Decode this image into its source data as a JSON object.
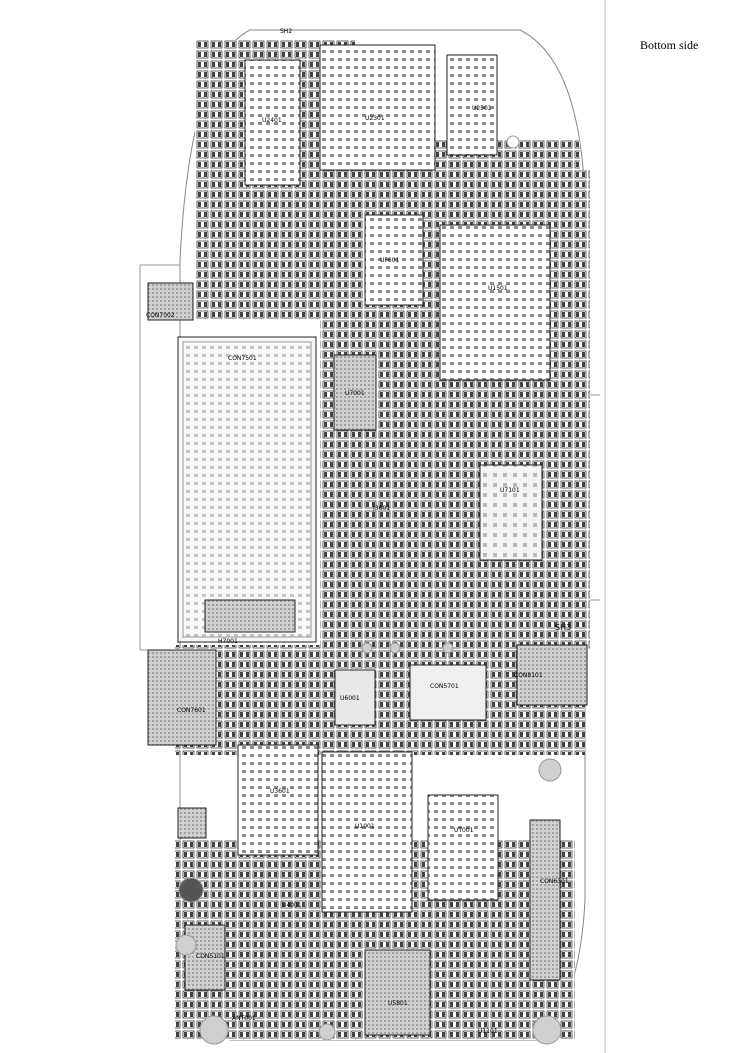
{
  "page": {
    "title": "Bottom side"
  },
  "components": [
    {
      "ref": "U2501"
    },
    {
      "ref": "U2401"
    },
    {
      "ref": "U2301"
    },
    {
      "ref": "UF601"
    },
    {
      "ref": "U1501"
    },
    {
      "ref": "U7001"
    },
    {
      "ref": "CON7501"
    },
    {
      "ref": "CON7002"
    },
    {
      "ref": "U7101"
    },
    {
      "ref": "CON7601"
    },
    {
      "ref": "CON8101"
    },
    {
      "ref": "CON5701"
    },
    {
      "ref": "J3601"
    },
    {
      "ref": "U3601"
    },
    {
      "ref": "U1001"
    },
    {
      "ref": "CON6301"
    },
    {
      "ref": "CON5101"
    },
    {
      "ref": "U5801"
    },
    {
      "ref": "SH3"
    },
    {
      "ref": "SH2"
    },
    {
      "ref": "UT001"
    },
    {
      "ref": "U4001"
    },
    {
      "ref": "H7001"
    },
    {
      "ref": "ANT001"
    },
    {
      "ref": "U1101"
    },
    {
      "ref": "U6001"
    }
  ]
}
